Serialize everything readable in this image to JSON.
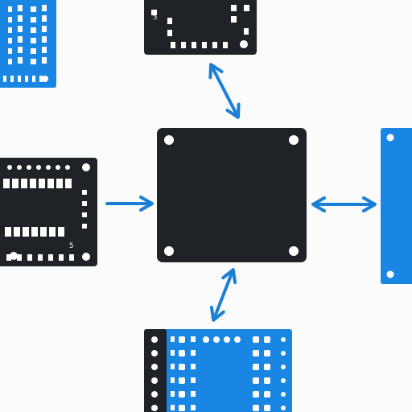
{
  "diagram": {
    "type": "hardware-block-diagram",
    "modules": [
      {
        "id": "center-processor",
        "kind": "central-chip",
        "color": "#1f2327"
      },
      {
        "id": "top-module",
        "kind": "circuit-board",
        "color": "#1f2327",
        "link": "bidirectional"
      },
      {
        "id": "left-module",
        "kind": "circuit-board",
        "color": "#1f2327",
        "link": "input-arrow"
      },
      {
        "id": "right-module",
        "kind": "circuit-board",
        "color": "#1a86e4",
        "link": "bidirectional"
      },
      {
        "id": "bottom-module",
        "kind": "circuit-board",
        "color": "#1a86e4",
        "link": "bidirectional"
      },
      {
        "id": "top-left-module",
        "kind": "circuit-board",
        "color": "#1a86e4",
        "link": "none"
      }
    ],
    "colors": {
      "dark": "#1f2327",
      "blue": "#1a86e4",
      "arrow": "#1a7fd6",
      "pad": "#ffffff",
      "background": "#fbfbfb"
    },
    "board_labels": {
      "top_module_label": "5",
      "left_module_label": "5"
    }
  }
}
